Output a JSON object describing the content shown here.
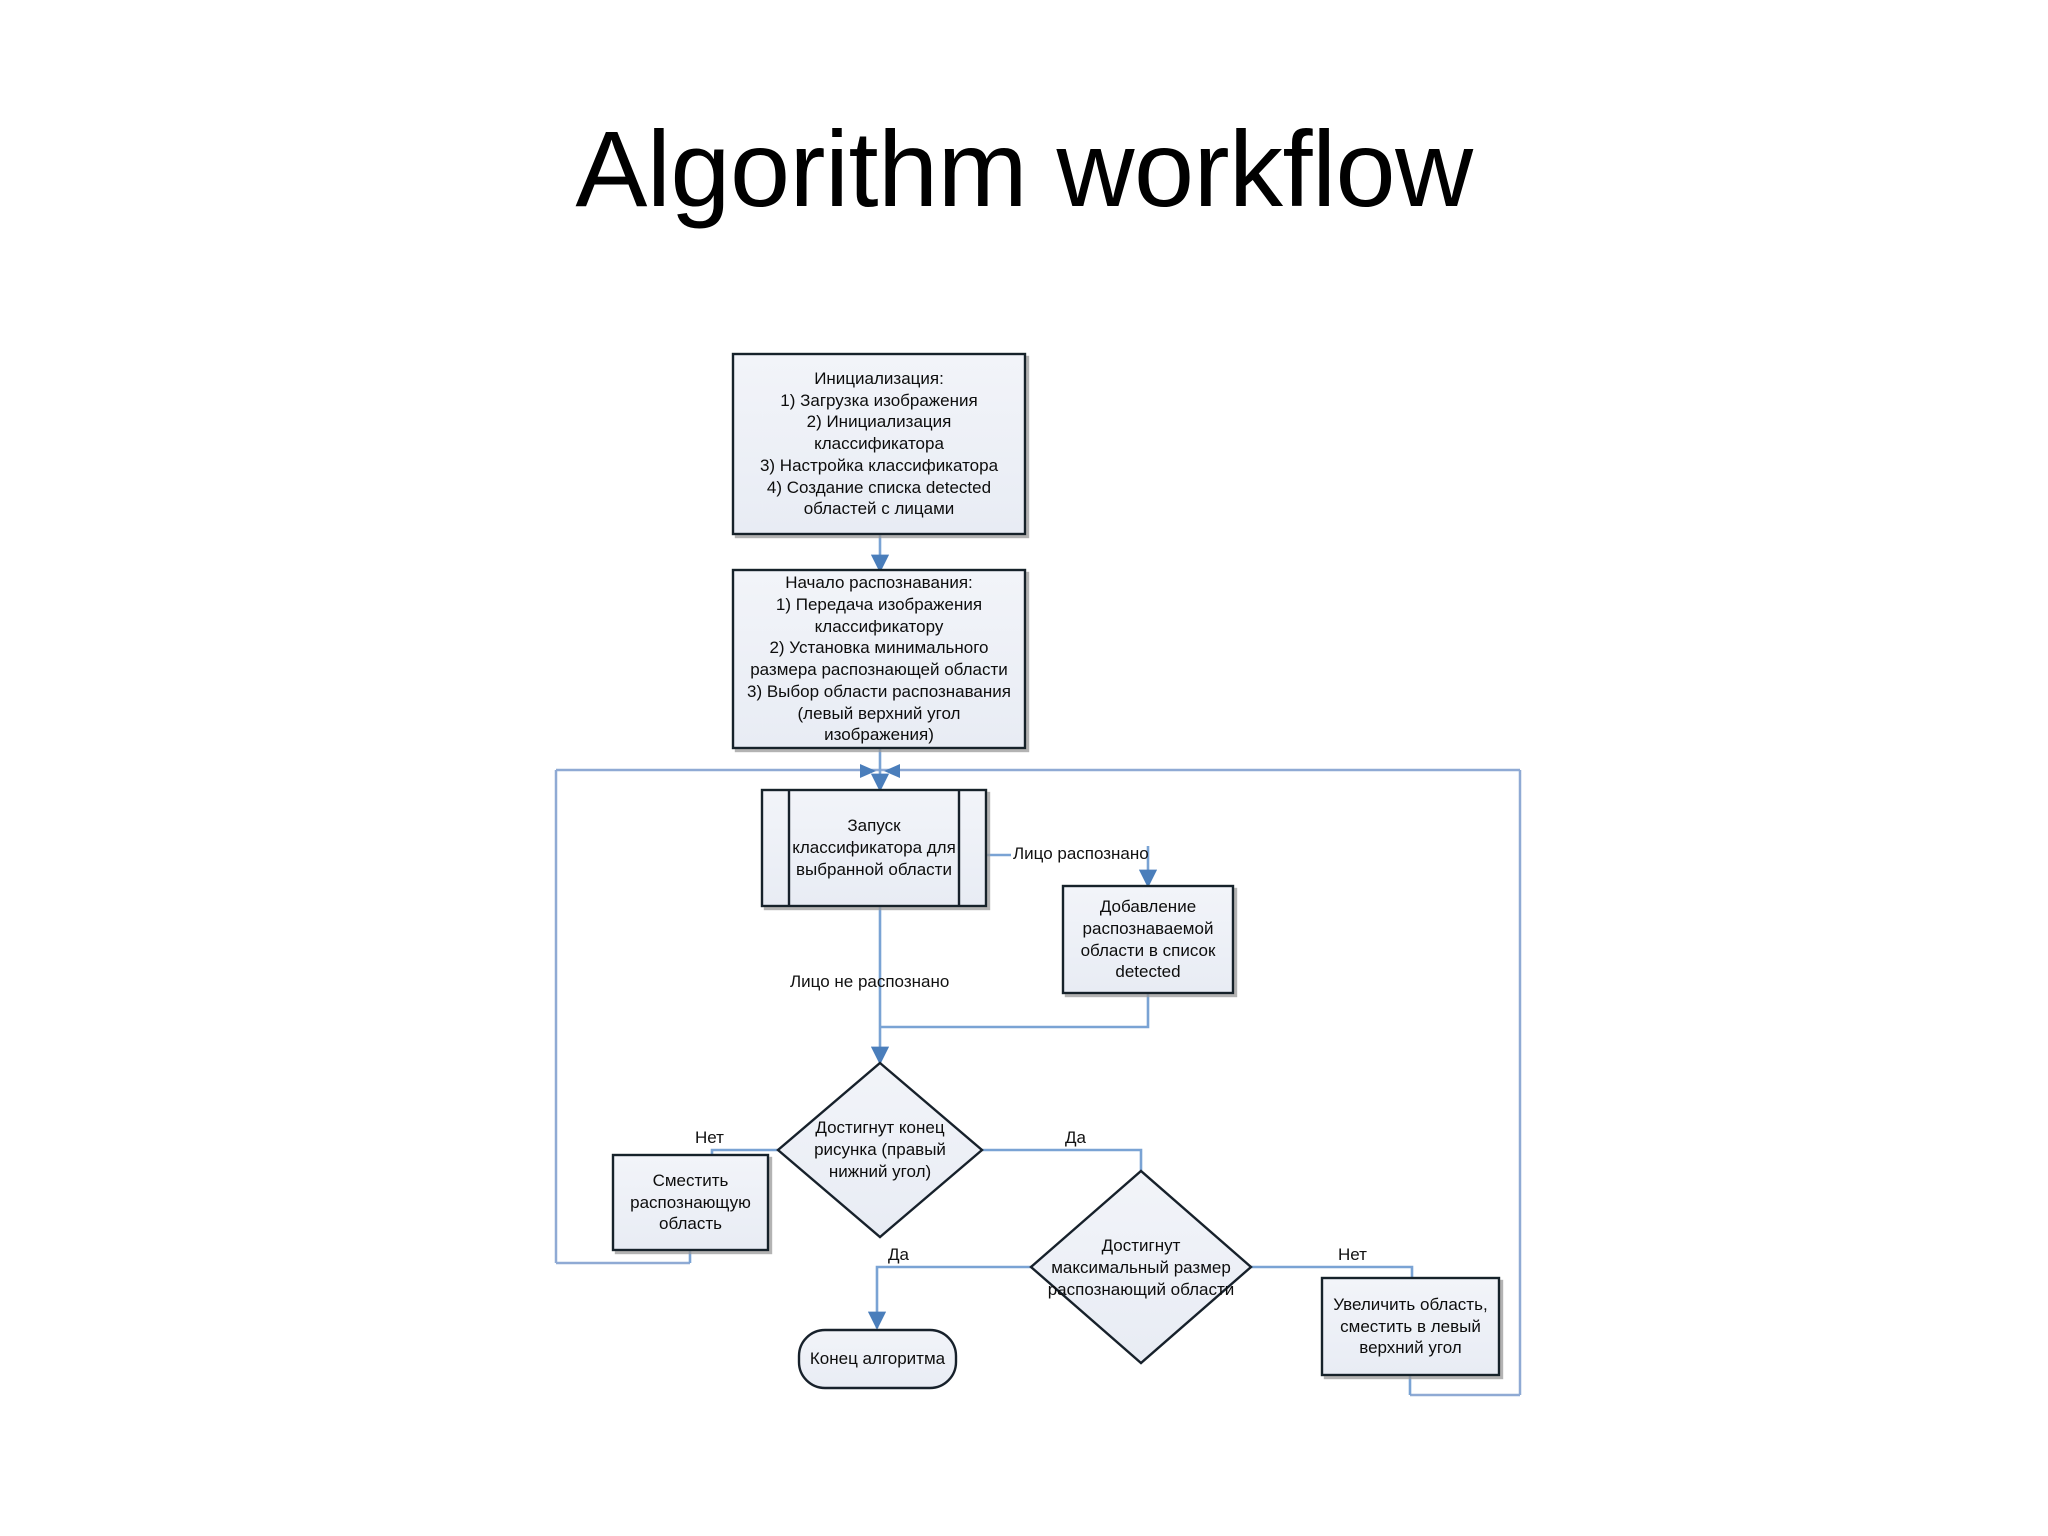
{
  "slide": {
    "title": "Algorithm workflow",
    "background_color": "#ffffff"
  },
  "theme": {
    "node_fill": "#eef1f7",
    "node_stroke": "#17212b",
    "connector_color": "#7aa3d4",
    "connector_dark": "#4a7ebb",
    "loop_border": "#8faad4",
    "text_color": "#0d0d0d"
  },
  "flowchart": {
    "type": "flowchart",
    "nodes": [
      {
        "id": "init",
        "shape": "process",
        "text": "Инициализация:\n1) Загрузка изображения\n2) Инициализация\nклассификатора\n3) Настройка классификатора\n4) Создание списка detected\nобластей с лицами"
      },
      {
        "id": "start-recognition",
        "shape": "process",
        "text": "Начало распознавания:\n1) Передача изображения\nклассификатору\n2) Установка минимального\nразмера распознающей области\n3) Выбор области распознавания\n(левый верхний угол\nизображения)"
      },
      {
        "id": "run-classifier",
        "shape": "predefined-process",
        "text": "Запуск\nклассификатора для\nвыбранной области"
      },
      {
        "id": "add-detected",
        "shape": "process",
        "text": "Добавление\nраспознаваемой\nобласти в список\ndetected"
      },
      {
        "id": "end-of-image",
        "shape": "decision",
        "text": "Достигнут конец\nрисунка (правый\nнижний угол)"
      },
      {
        "id": "shift-region",
        "shape": "process",
        "text": "Сместить\nраспознающую\nобласть"
      },
      {
        "id": "max-size",
        "shape": "decision",
        "text": "Достигнут\nмаксимальный размер\nраспознающий области"
      },
      {
        "id": "enlarge-region",
        "shape": "process",
        "text": "Увеличить область,\nсместить в левый\nверхний угол"
      },
      {
        "id": "end-algorithm",
        "shape": "terminator",
        "text": "Конец алгоритма"
      }
    ],
    "edges": [
      {
        "id": "e-init-start",
        "from": "init",
        "to": "start-recognition",
        "label": ""
      },
      {
        "id": "e-start-run",
        "from": "start-recognition",
        "to": "run-classifier",
        "label": ""
      },
      {
        "id": "e-face-found",
        "from": "run-classifier",
        "to": "add-detected",
        "label": "Лицо распознано"
      },
      {
        "id": "e-face-not-found",
        "from": "run-classifier",
        "to": "end-of-image",
        "label": "Лицо не распознано"
      },
      {
        "id": "e-added-join",
        "from": "add-detected",
        "to": "end-of-image",
        "label": ""
      },
      {
        "id": "e-eoi-no",
        "from": "end-of-image",
        "to": "shift-region",
        "label": "Нет"
      },
      {
        "id": "e-eoi-yes",
        "from": "end-of-image",
        "to": "max-size",
        "label": "Да"
      },
      {
        "id": "e-shift-loop",
        "from": "shift-region",
        "to": "run-classifier",
        "label": ""
      },
      {
        "id": "e-max-yes",
        "from": "max-size",
        "to": "end-algorithm",
        "label": "Да"
      },
      {
        "id": "e-max-no",
        "from": "max-size",
        "to": "enlarge-region",
        "label": "Нет"
      },
      {
        "id": "e-enlarge-loop",
        "from": "enlarge-region",
        "to": "run-classifier",
        "label": ""
      }
    ],
    "labels": {
      "face_recognized": "Лицо распознано",
      "face_not_recognized": "Лицо не распознано",
      "no_left": "Нет",
      "yes_right": "Да",
      "yes_left": "Да",
      "no_right": "Нет"
    }
  }
}
